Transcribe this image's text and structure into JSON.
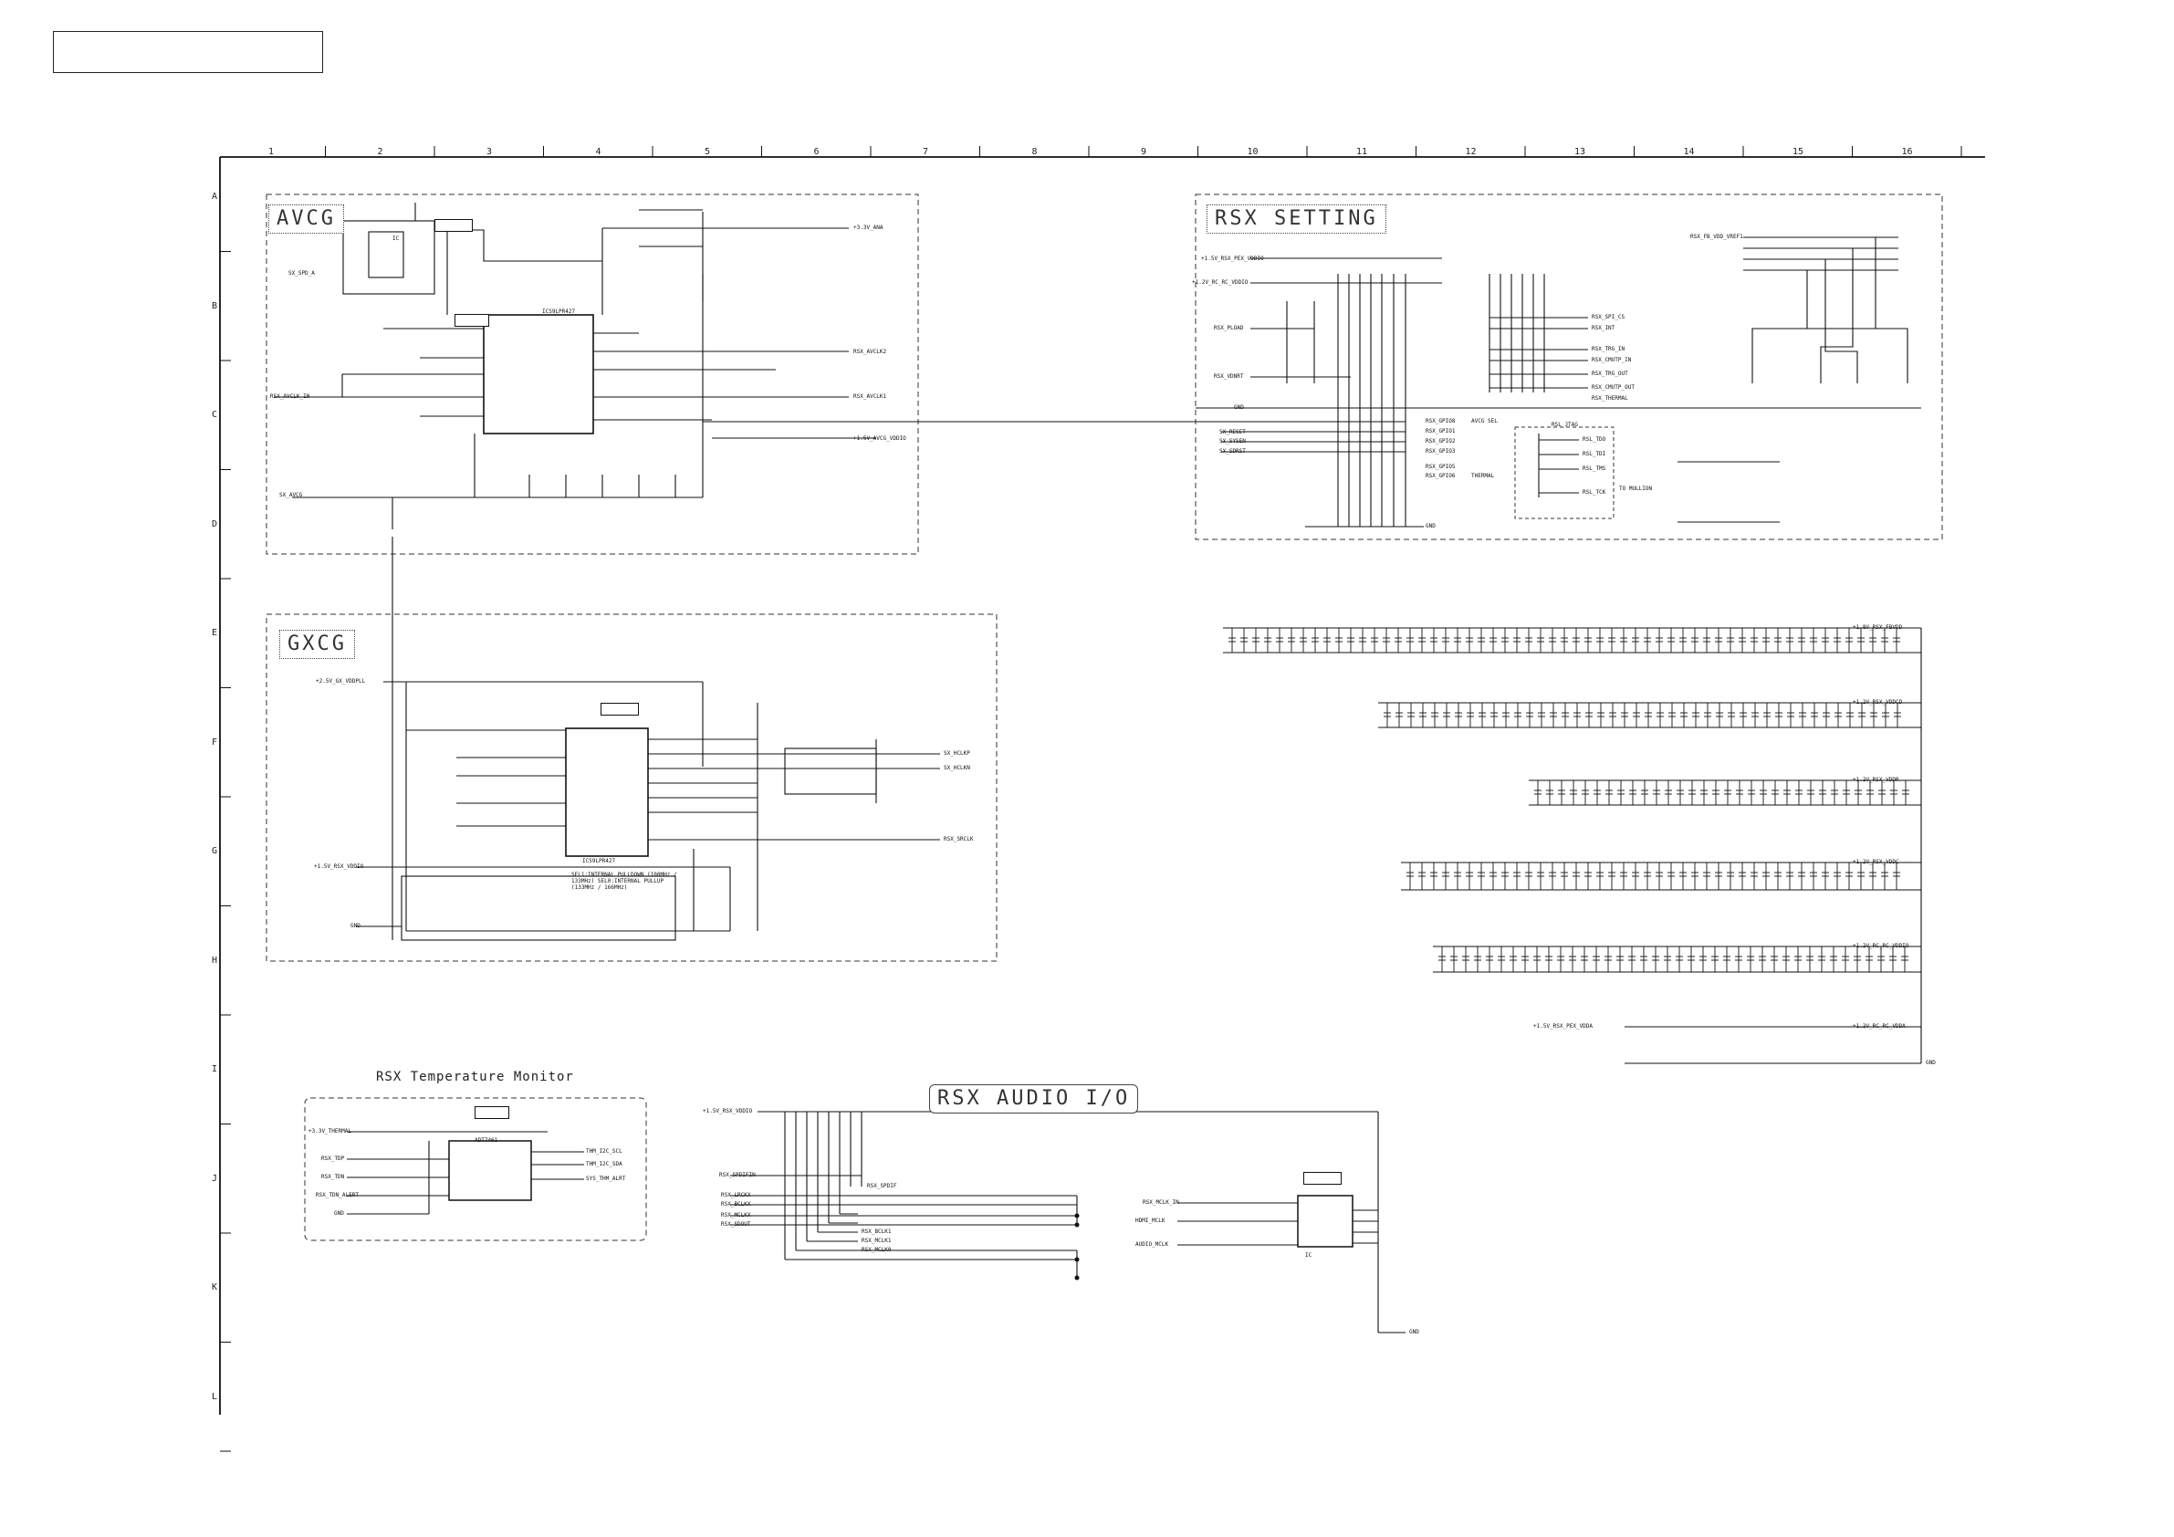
{
  "title_block": "",
  "sections": {
    "avcg": "AVCG",
    "rsx_setting": "RSX SETTING",
    "gxcg": "GXCG",
    "temp_monitor": "RSX Temperature Monitor",
    "audio_io": "RSX AUDIO I/O"
  },
  "grid": {
    "columns": [
      "1",
      "2",
      "3",
      "4",
      "5",
      "6",
      "7",
      "8",
      "9",
      "10",
      "11",
      "12",
      "13",
      "14",
      "15",
      "16"
    ],
    "rows": [
      "A",
      "B",
      "C",
      "D",
      "E",
      "F",
      "G",
      "H",
      "I",
      "J",
      "K",
      "L"
    ]
  },
  "nets": {
    "n_3_3v_ana": "+3.3V_ANA",
    "n_rsx_avclk2": "RSX_AVCLK2",
    "n_rsx_avclk1": "RSX_AVCLK1",
    "n_rsx_avclk_in": "RSX_AVCLK_IN",
    "n_sx_spd_a": "SX_SPD_A",
    "n_avcg_vddio": "+1.5V_AVCG_VDDIO",
    "n_sx_avcg": "SX_AVCG",
    "n_gxcg_vddpll": "+2.5V_GX_VDDPLL",
    "n_rsx_vddio": "+1.5V_RSX_VDDIO",
    "n_gnd": "GND",
    "n_sx_hclkp": "SX_HCLKP",
    "n_sx_hclkn": "SX_HCLKN",
    "n_rsx_srclk": "RSX_SRCLK",
    "n_rsx_pex_vddio": "+1.5V_RSX_PEX_VDDIO",
    "n_rsx_rc_vddio": "+1.2V_RC_RC_VDDIO",
    "n_rsx_pload": "RSX_PLOAD",
    "n_rsx_vdnrt": "RSX_VDNRT",
    "n_rsx_spi_cs": "RSX_SPI_CS",
    "n_rsx_int": "RSX_INT",
    "n_rsx_trg_in": "RSX_TRG_IN",
    "n_rsx_cmutp_in": "RSX_CMUTP_IN",
    "n_rsx_trg_out": "RSX_TRG_OUT",
    "n_rsx_cmutp_out": "RSX_CMUTP_OUT",
    "n_rsx_thermal": "RSX_THERMAL",
    "n_sx_reset": "SX_RESET",
    "n_sx_sysen": "SX_SYSEN",
    "n_sx_sdrst": "SX_SDRST",
    "n_rsx_gpio8": "RSX_GPIO8",
    "n_rsx_gpio1": "RSX_GPIO1",
    "n_rsx_gpio2": "RSX_GPIO2",
    "n_rsx_gpio3": "RSX_GPIO3",
    "n_rsx_gpio5": "RSX_GPIO5",
    "n_rsx_gpio6": "RSX_GPIO6",
    "n_avcg_sel": "AVCG SEL",
    "n_thermal": "THERMAL",
    "n_ral_jtag": "RSL_JTAG",
    "n_ral_tdo": "RSL_TDO",
    "n_ral_tdi": "RSL_TDI",
    "n_ral_tms": "RSL_TMS",
    "n_ral_tck": "RSL_TCK",
    "n_to_mullion": "TO MULLION",
    "n_vrtap_ref": "RSX_FB_VDD_VREF1",
    "n_rsx_pex_fbvdd": "+1.8V_RSX_FBVDD",
    "n_rsx_vddcd": "+1.2V_RSX_VDDCD",
    "n_rsx_vddr": "+1.2V_RSX_VDDR",
    "n_rsx_vddc": "+1.2V_RSX_VDDC",
    "n_rsx_rc_vddio2": "+1.2V_RC_RC_VDDIO",
    "n_rsx_pex_vdda": "+1.5V_RSX_PEX_VDDA",
    "n_rsx_rc_vdda": "+1.2V_RC_RC_VDDA",
    "n_thermal_3v": "+3.3V_THERMAL",
    "n_rsx_tdp": "RSX_TDP",
    "n_rsx_tdn": "RSX_TDN",
    "n_rsx_tdn_alert": "RSX_TDN_ALERT",
    "n_thm_i2c_scl": "THM_I2C_SCL",
    "n_thm_i2c_sda": "THM_I2C_SDA",
    "n_sys_thm_alrt": "SYS_THM_ALRT",
    "n_audio_vddio": "+1.5V_RSX_VDDIO",
    "n_rsx_spdifin": "RSX_SPDIFIN",
    "n_rsx_lrckx": "RSX_LRCKX",
    "n_rsx_bclkx": "RSX_BCLKX",
    "n_rsx_mclkx": "RSX_MCLKX",
    "n_rsx_sdout": "RSX_SDOUT",
    "n_rsx_spdif": "RSX_SPDIF",
    "n_rsx_bclk1": "RSX_BCLK1",
    "n_rsx_mclk1": "RSX_MCLK1",
    "n_rsx_mclk0": "RSX_MCLK0",
    "n_hdmi_mclk": "HDMI_MCLK",
    "n_audio_mclk": "AUDIO_MCLK",
    "n_rsx_mclk_in": "RSX_MCLK_IN"
  },
  "ics": {
    "avcg_ic": "ICS9LPR427",
    "gxcg_ic": "ICS9LPR427",
    "temp_ic": "ADT7461",
    "audio_ic": "IC",
    "avcg_osc": "IC"
  },
  "notes": {
    "gxcg_note": "SEL1:INTERNAL PULLDOWN (100MHz / 133MHz) SEL0:INTERNAL PULLUP (133MHz / 166MHz)"
  }
}
